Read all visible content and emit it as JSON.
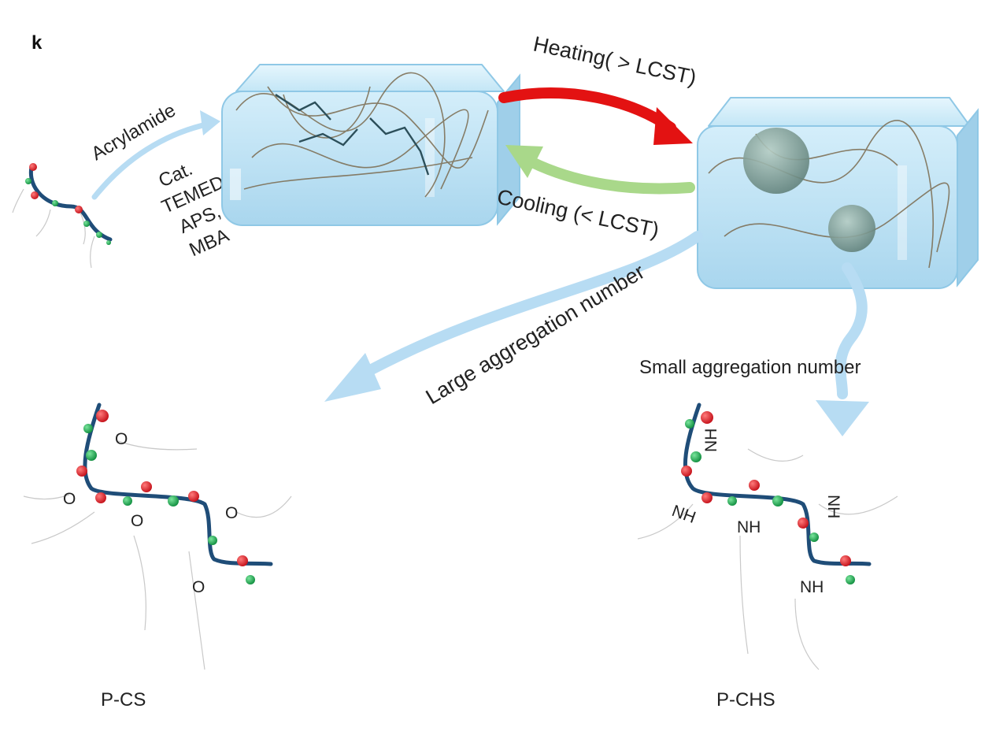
{
  "panel_label": "k",
  "monomer": "Acrylamide",
  "catalyst": {
    "line1": "Cat.",
    "line2": "TEMED,",
    "line3": "APS,",
    "line4": "MBA"
  },
  "heating": "Heating( > LCST)",
  "cooling": "Cooling (< LCST)",
  "large_aggregation": "Large aggregation number",
  "small_aggregation": "Small aggregation number",
  "left_product": {
    "name": "P-CS",
    "linker_atoms": [
      "O",
      "O",
      "O",
      "O",
      "O"
    ]
  },
  "right_product": {
    "name": "P-CHS",
    "linker_atoms": [
      "NH",
      "NH",
      "NH",
      "NH",
      "NH"
    ]
  },
  "colors": {
    "hydrogel": "#bfe2f4",
    "hydrogel_edge": "#8fc8e6",
    "heating_arrow": "#e31212",
    "cooling_arrow": "#a9d88a",
    "flow_arrow": "#b7dcf3",
    "backbone": "#1f4d78",
    "red_bead": "#e0202a",
    "green_bead": "#1fae52",
    "aggregate": "#7f9f97"
  }
}
